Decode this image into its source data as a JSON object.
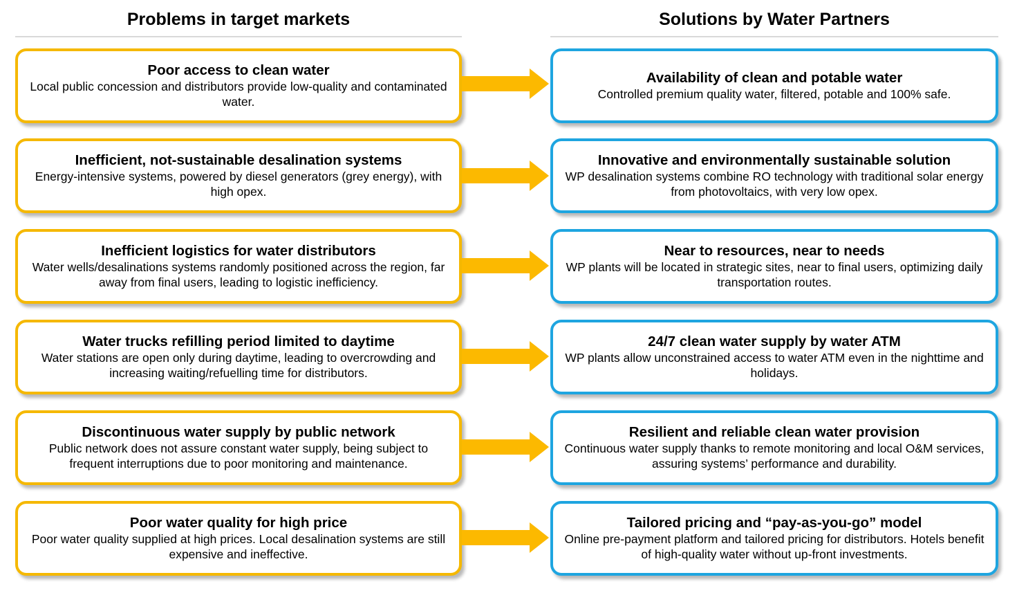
{
  "headers": {
    "problems": "Problems in target markets",
    "solutions": "Solutions by Water Partners"
  },
  "colors": {
    "problem_border": "#f5b800",
    "solution_border": "#1ea5e0",
    "arrow": "#fcb900"
  },
  "rows": [
    {
      "problem": {
        "title": "Poor access to clean water",
        "desc": "Local public concession and distributors provide low-quality and contaminated water."
      },
      "solution": {
        "title": "Availability of clean and potable water",
        "desc": "Controlled premium quality water, filtered, potable and 100% safe."
      }
    },
    {
      "problem": {
        "title": "Inefficient, not-sustainable desalination systems",
        "desc": "Energy-intensive systems, powered by diesel generators (grey energy), with high opex."
      },
      "solution": {
        "title": "Innovative and environmentally sustainable solution",
        "desc": "WP desalination systems combine RO technology with traditional solar energy from photovoltaics, with very low opex."
      }
    },
    {
      "problem": {
        "title": "Inefficient logistics for water distributors",
        "desc": "Water wells/desalinations systems randomly positioned across the region, far away from final users, leading to logistic inefficiency."
      },
      "solution": {
        "title": "Near to resources, near to needs",
        "desc": "WP plants will be located in strategic sites, near to final users, optimizing daily transportation routes."
      }
    },
    {
      "problem": {
        "title": "Water trucks refilling period limited to daytime",
        "desc": "Water stations are open only during daytime, leading to overcrowding and increasing waiting/refuelling time for distributors."
      },
      "solution": {
        "title": "24/7 clean water supply by water ATM",
        "desc": "WP plants allow unconstrained access to water ATM even in the nighttime and holidays."
      }
    },
    {
      "problem": {
        "title": "Discontinuous water supply by public network",
        "desc": "Public network does not assure constant water supply, being subject to frequent interruptions due to poor monitoring and maintenance."
      },
      "solution": {
        "title": "Resilient and reliable clean water provision",
        "desc": "Continuous water supply thanks to remote monitoring and local O&M services, assuring systems’ performance and durability."
      }
    },
    {
      "problem": {
        "title": "Poor water quality for high price",
        "desc": "Poor water quality supplied at high prices. Local desalination systems are still expensive and ineffective."
      },
      "solution": {
        "title": "Tailored pricing and “pay-as-you-go” model",
        "desc": "Online pre-payment platform and tailored pricing for distributors. Hotels benefit of high-quality water without up-front investments."
      }
    }
  ]
}
